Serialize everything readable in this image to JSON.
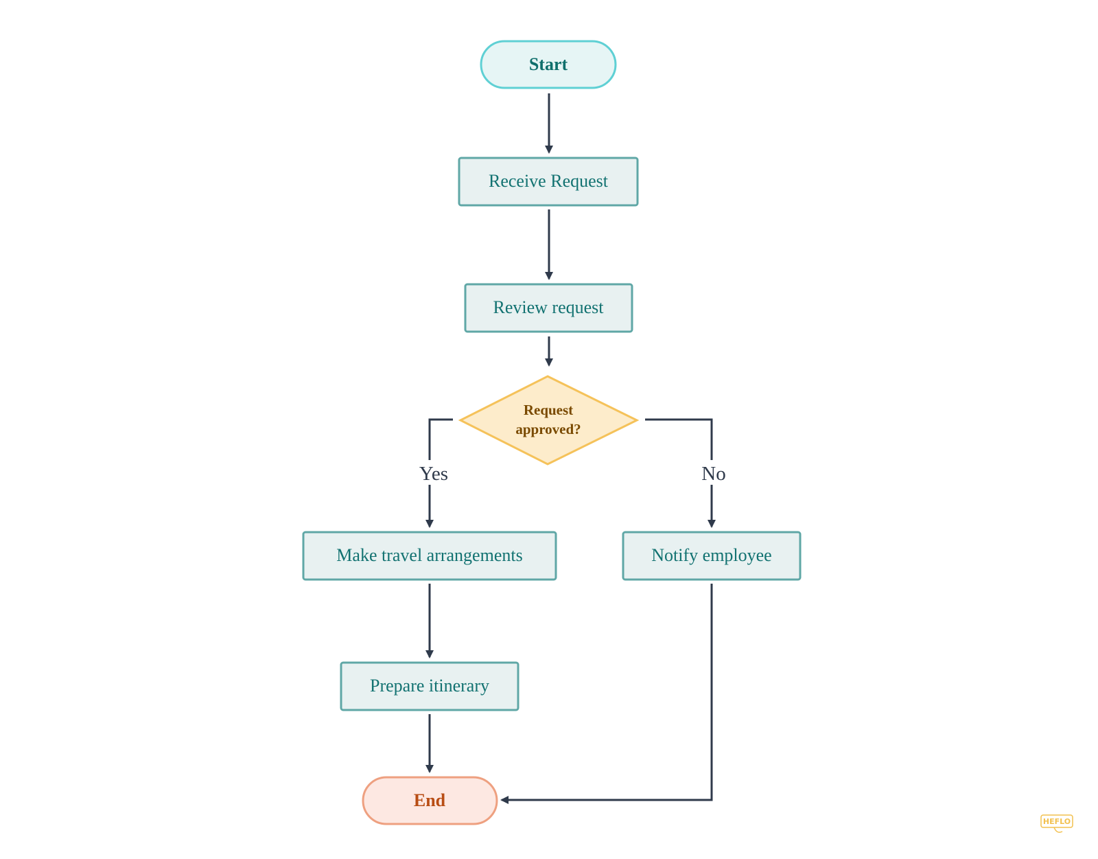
{
  "diagram": {
    "nodes": {
      "start": {
        "label": "Start"
      },
      "receive": {
        "label": "Receive Request"
      },
      "review": {
        "label": "Review request"
      },
      "decision": {
        "label_line1": "Request",
        "label_line2": "approved?"
      },
      "arrange": {
        "label": "Make travel arrangements"
      },
      "notify": {
        "label": "Notify employee"
      },
      "itinerary": {
        "label": "Prepare itinerary"
      },
      "end": {
        "label": "End"
      }
    },
    "edges": {
      "yes_label": "Yes",
      "no_label": "No"
    },
    "watermark": "HEFLO"
  },
  "colors": {
    "terminal_start_fill": "#e6f5f5",
    "terminal_start_stroke": "#5fd0d4",
    "terminal_start_text": "#0f6f6c",
    "process_fill": "#e8f1f1",
    "process_stroke": "#5fa7a6",
    "process_text": "#127271",
    "decision_fill": "#fdeccb",
    "decision_stroke": "#f5c25a",
    "decision_text": "#7a4a00",
    "end_fill": "#fde8e2",
    "end_stroke": "#eea080",
    "end_text": "#b84d14",
    "connector": "#2f3a4b",
    "watermark": "#f2c04e"
  }
}
